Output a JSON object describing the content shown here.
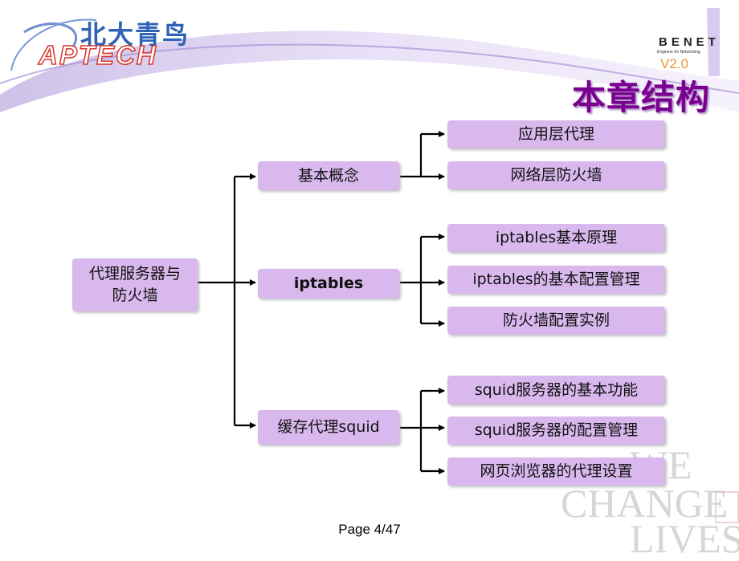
{
  "header": {
    "logo_cn": "北大青鸟",
    "logo_en": "APTECH",
    "brand": "BENET",
    "brand_tagline": "Engineer for Networking",
    "version": "V2.0",
    "title": "本章结构"
  },
  "diagram": {
    "root": "代理服务器与\n防火墙",
    "branches": [
      {
        "label": "基本概念",
        "children": [
          "应用层代理",
          "网络层防火墙"
        ]
      },
      {
        "label": "iptables",
        "children": [
          "iptables基本原理",
          "iptables的基本配置管理",
          "防火墙配置实例"
        ]
      },
      {
        "label": "缓存代理squid",
        "children": [
          "squid服务器的基本功能",
          "squid服务器的配置管理",
          "网页浏览器的代理设置"
        ]
      }
    ]
  },
  "watermark": {
    "line1": "WE",
    "line2": "CHANGE",
    "line3": "LIVES"
  },
  "footer": {
    "page": "Page 4/47"
  }
}
